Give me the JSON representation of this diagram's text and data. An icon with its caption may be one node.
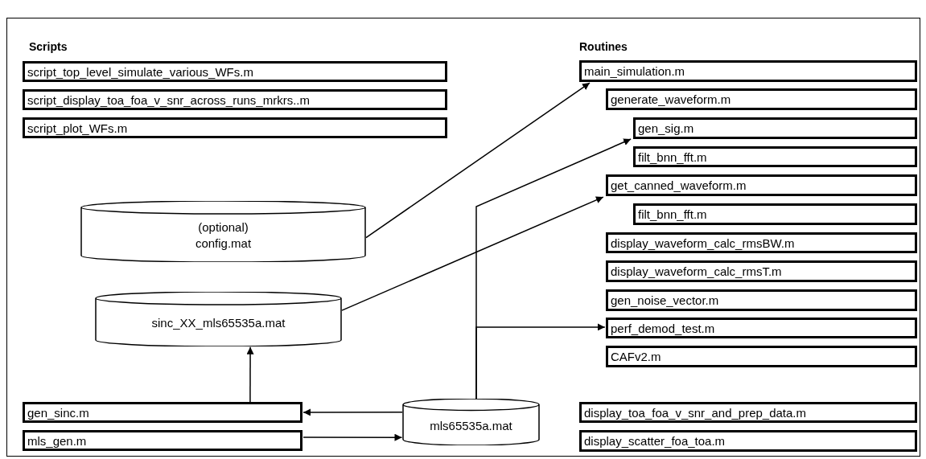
{
  "diagram": {
    "nodes": [
      {
        "text": [
          "script_top_level_simulate_various_WFs.m"
        ]
      },
      {
        "text": [
          "script_display_toa_foa_v_snr_across_runs_mrkrs..m"
        ]
      },
      {
        "text": [
          "script_plot_WFs.m"
        ]
      },
      {
        "text": [
          "(optional) config.mat"
        ]
      },
      {
        "text": [
          "sinc_XX_mls65535a.mat"
        ]
      },
      {
        "text": [
          "gen_sinc.m"
        ]
      },
      {
        "text": [
          "mls_gen.m"
        ]
      },
      {
        "text": [
          "mls65535a.mat"
        ]
      },
      {
        "text": [
          "main_simulation.m"
        ]
      },
      {
        "text": [
          "generate_waveform.m"
        ]
      },
      {
        "text": [
          "gen_sig.m"
        ]
      },
      {
        "text": [
          "filt_bnn_fft.m"
        ]
      },
      {
        "text": [
          "get_canned_waveform.m"
        ]
      },
      {
        "text": [
          "filt_bnn_fft.m"
        ]
      },
      {
        "text": [
          "display_waveform_calc_rmsBW.m"
        ]
      },
      {
        "text": [
          "display_waveform_calc_rmsT.m"
        ]
      },
      {
        "text": [
          "gen_noise_vector.m"
        ]
      },
      {
        "text": [
          "perf_demod_test.m"
        ]
      },
      {
        "text": [
          "CAFv2.m"
        ]
      },
      {
        "text": [
          "display_toa_foa_v_snr_and_prep_data.m"
        ]
      },
      {
        "text": [
          "display_scatter_foa_toa.m"
        ]
      }
    ],
    "edges": [
      {
        "from": 3,
        "to": 8,
        "arrow": "to"
      },
      {
        "from": 7,
        "to": 10,
        "arrow": "to"
      },
      {
        "from": 7,
        "to": 17,
        "arrow": "to"
      },
      {
        "from": 4,
        "to": 12,
        "arrow": "to"
      },
      {
        "from": 5,
        "to": 4,
        "arrow": "to"
      },
      {
        "from": 7,
        "to": 5,
        "arrow": "to"
      },
      {
        "from": 6,
        "to": 7,
        "arrow": "to"
      }
    ],
    "labels": [
      "Scripts",
      "Routines"
    ]
  }
}
